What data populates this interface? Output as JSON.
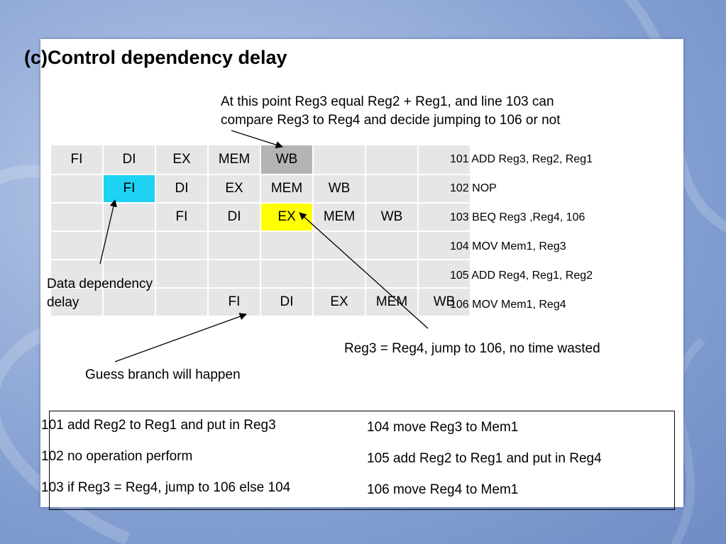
{
  "title": "(c)Control dependency delay",
  "note_top": [
    "At this point Reg3 equal Reg2 + Reg1, and line 103 can",
    "compare Reg3 to Reg4 and decide jumping to 106 or not"
  ],
  "pipeline": {
    "rows": [
      [
        "FI",
        "DI",
        "EX",
        "MEM",
        "WB",
        "",
        "",
        ""
      ],
      [
        "",
        "FI",
        "DI",
        "EX",
        "MEM",
        "WB",
        "",
        ""
      ],
      [
        "",
        "",
        "FI",
        "DI",
        "EX",
        "MEM",
        "WB",
        ""
      ],
      [
        "",
        "",
        "",
        "",
        "",
        "",
        "",
        ""
      ],
      [
        "",
        "",
        "",
        "",
        "",
        "",
        "",
        ""
      ],
      [
        "",
        "",
        "",
        "FI",
        "DI",
        "EX",
        "MEM",
        "WB"
      ]
    ],
    "highlight_colors": {
      "wb_gray": "#b4b4b4",
      "fi_cyan": "#1ed2f4",
      "ex_yellow": "#ffff00"
    }
  },
  "instructions": [
    "101 ADD Reg3, Reg2, Reg1",
    "102 NOP",
    "103 BEQ Reg3 ,Reg4, 106",
    "104 MOV Mem1, Reg3",
    "105 ADD Reg4, Reg1, Reg2",
    "106 MOV Mem1, Reg4"
  ],
  "labels": {
    "data_dependency_line1": "Data dependency",
    "data_dependency_line2": "delay",
    "jump_note": "Reg3 = Reg4, jump to 106, no time wasted",
    "guess_note": "Guess branch will happen"
  },
  "descriptions": {
    "left": [
      "101 add Reg2 to Reg1 and put in Reg3",
      "102 no operation perform",
      "103 if Reg3 = Reg4, jump to 106 else 104"
    ],
    "right": [
      "104 move Reg3 to Mem1",
      "105 add Reg2 to Reg1 and put in Reg4",
      "106 move Reg4 to Mem1"
    ]
  }
}
